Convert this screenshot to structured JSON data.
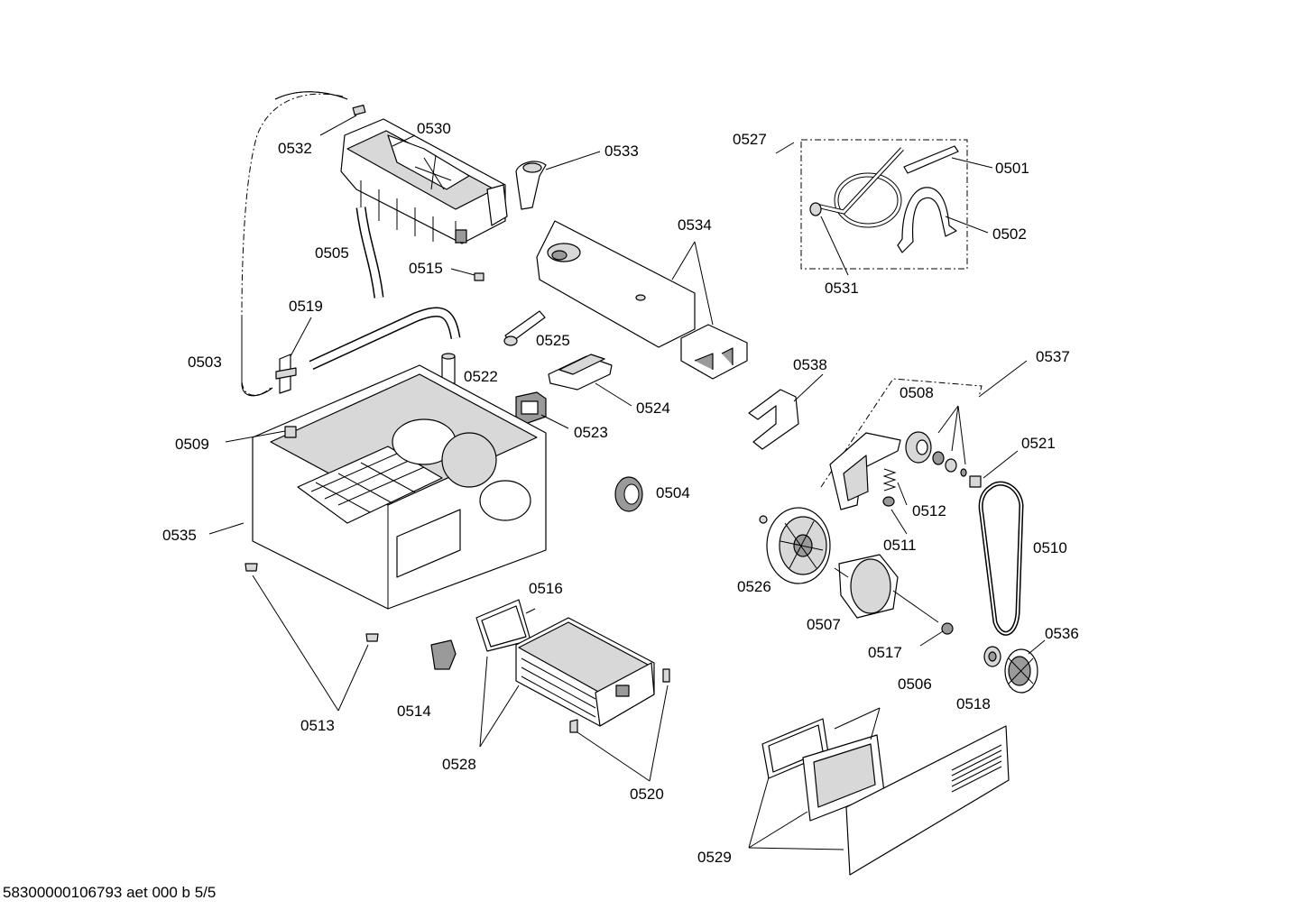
{
  "footer": {
    "document_code": "58300000106793 aet 000 b 5/5"
  },
  "parts": {
    "p0501": "0501",
    "p0502": "0502",
    "p0503": "0503",
    "p0504": "0504",
    "p0505": "0505",
    "p0506": "0506",
    "p0507": "0507",
    "p0508": "0508",
    "p0509": "0509",
    "p0510": "0510",
    "p0511": "0511",
    "p0512": "0512",
    "p0513": "0513",
    "p0514": "0514",
    "p0515": "0515",
    "p0516": "0516",
    "p0517": "0517",
    "p0518": "0518",
    "p0519": "0519",
    "p0520": "0520",
    "p0521": "0521",
    "p0522": "0522",
    "p0523": "0523",
    "p0524": "0524",
    "p0525": "0525",
    "p0526": "0526",
    "p0527": "0527",
    "p0528": "0528",
    "p0529": "0529",
    "p0530": "0530",
    "p0531": "0531",
    "p0532": "0532",
    "p0533": "0533",
    "p0534": "0534",
    "p0535": "0535",
    "p0536": "0536",
    "p0537": "0537",
    "p0538": "0538"
  }
}
